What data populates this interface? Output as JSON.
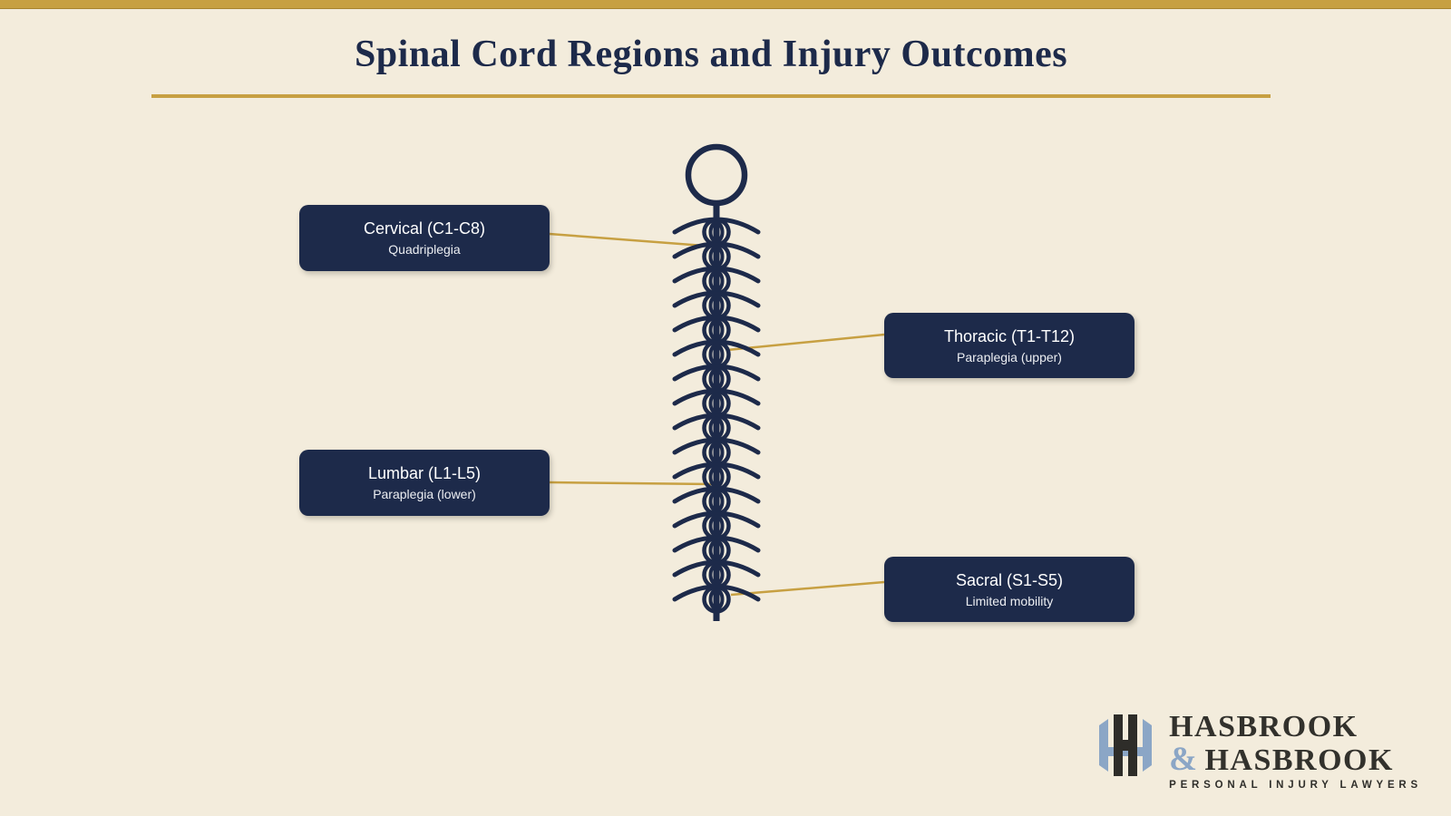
{
  "title": "Spinal Cord Regions and Injury Outcomes",
  "regions": [
    {
      "name": "Cervical (C1-C8)",
      "outcome": "Quadriplegia"
    },
    {
      "name": "Thoracic (T1-T12)",
      "outcome": "Paraplegia (upper)"
    },
    {
      "name": "Lumbar (L1-L5)",
      "outcome": "Paraplegia (lower)"
    },
    {
      "name": "Sacral (S1-S5)",
      "outcome": "Limited mobility"
    }
  ],
  "spine": {
    "segments": 16
  },
  "logo": {
    "name_line1": "HASBROOK",
    "ampersand": "&",
    "name_line2": "HASBROOK",
    "tagline": "PERSONAL INJURY LAWYERS"
  },
  "colors": {
    "navy": "#1d2a4a",
    "gold": "#c7a042",
    "cream": "#f3ecdc",
    "lightblue": "#8ba6c6",
    "charcoal": "#32312c",
    "white": "#ffffff"
  }
}
